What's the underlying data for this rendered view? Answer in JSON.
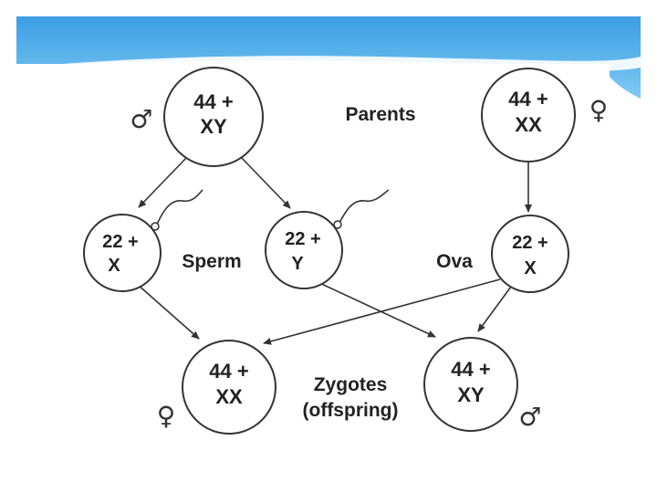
{
  "header": {
    "gradient_top": "#3b9de4",
    "gradient_bottom": "#7fcaf3"
  },
  "diagram": {
    "labels": {
      "parents": "Parents",
      "sperm": "Sperm",
      "ova": "Ova",
      "zygotes_line1": "Zygotes",
      "zygotes_line2": "(offspring)"
    },
    "nodes": {
      "father": {
        "line1": "44 +",
        "line2": "XY",
        "symbol": "♂"
      },
      "mother": {
        "line1": "44 +",
        "line2": "XX",
        "symbol": "♀"
      },
      "sperm_x": {
        "line1": "22 +",
        "line2": "X"
      },
      "sperm_y": {
        "line1": "22 +",
        "line2": "Y"
      },
      "ovum": {
        "line1": "22 +",
        "line2": "X"
      },
      "zygote_female": {
        "line1": "44 +",
        "line2": "XX",
        "symbol": "♀"
      },
      "zygote_male": {
        "line1": "44 +",
        "line2": "XY",
        "symbol": "♂"
      }
    }
  }
}
